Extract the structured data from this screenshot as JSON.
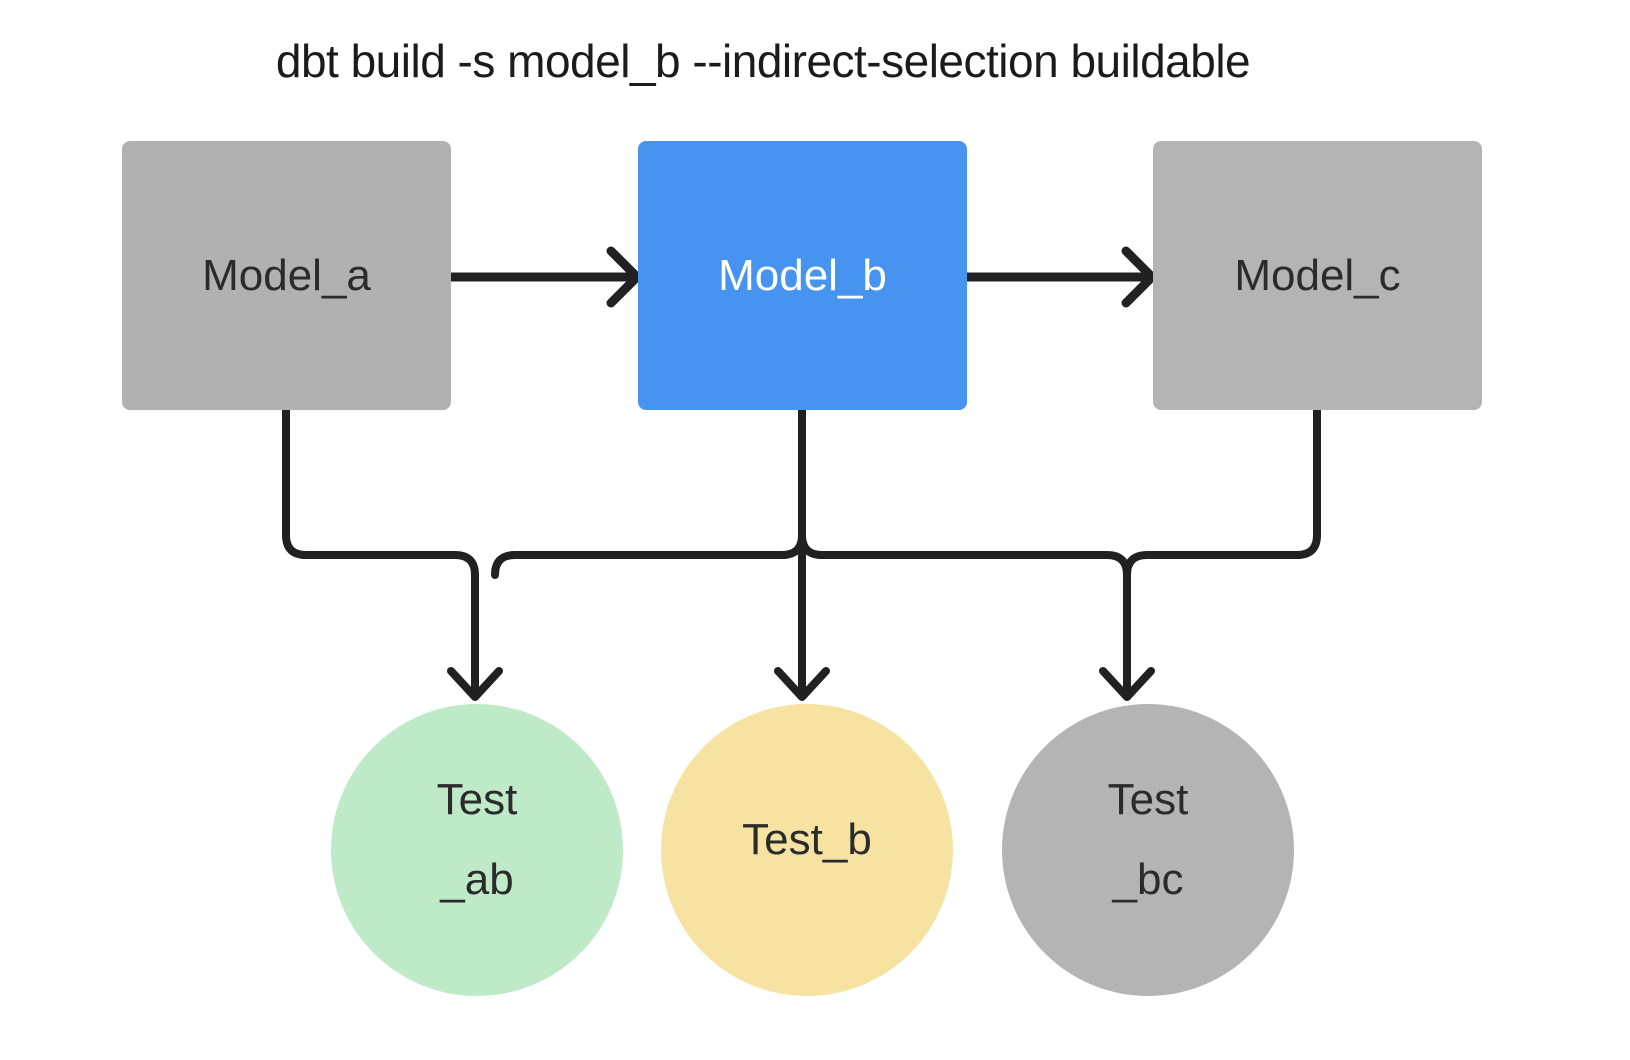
{
  "title": "dbt build -s model_b --indirect-selection buildable",
  "models": [
    {
      "id": "model_a",
      "label": "Model_a",
      "fill": "#b1b1b1",
      "text_color": "#2b2b2b"
    },
    {
      "id": "model_b",
      "label": "Model_b",
      "fill": "#4794f0",
      "text_color": "#ffffff"
    },
    {
      "id": "model_c",
      "label": "Model_c",
      "fill": "#b4b4b4",
      "text_color": "#2b2b2b"
    }
  ],
  "tests": [
    {
      "id": "test_ab",
      "line1": "Test",
      "line2": "_ab",
      "fill": "#bfeac7",
      "text_color": "#2b2b2b"
    },
    {
      "id": "test_b",
      "line1": "Test_b",
      "fill": "#f6e3a1",
      "text_color": "#2b2b2b"
    },
    {
      "id": "test_bc",
      "line1": "Test",
      "line2": "_bc",
      "fill": "#b4b4b4",
      "text_color": "#2b2b2b"
    }
  ],
  "edges": [
    {
      "from": "model_a",
      "to": "model_b"
    },
    {
      "from": "model_b",
      "to": "model_c"
    },
    {
      "from": "model_a",
      "to": "test_ab"
    },
    {
      "from": "model_b",
      "to": "test_ab"
    },
    {
      "from": "model_b",
      "to": "test_b"
    },
    {
      "from": "model_b",
      "to": "test_bc"
    },
    {
      "from": "model_c",
      "to": "test_bc"
    }
  ],
  "colors": {
    "line": "#212121",
    "selected_node": "#4794f0",
    "unselected_node": "#b4b4b4",
    "built_test": "#bfeac7",
    "selected_test": "#f6e3a1",
    "title_text": "#1b1b1b"
  }
}
